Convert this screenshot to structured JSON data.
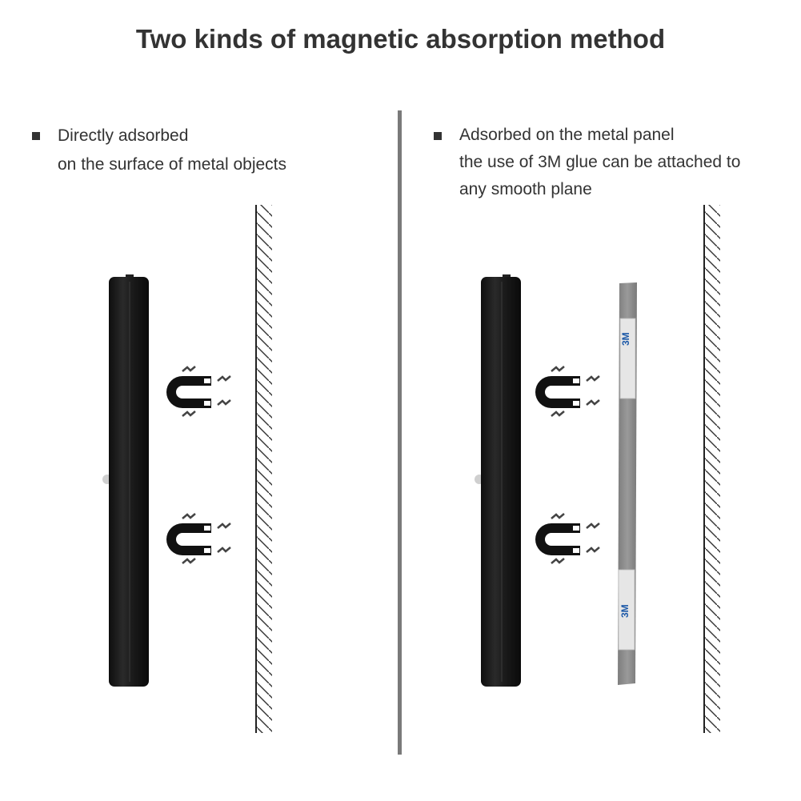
{
  "title": "Two kinds of magnetic absorption method",
  "left": {
    "line1": "Directly adsorbed",
    "line2": "on the surface of metal objects"
  },
  "right": {
    "line1": "Adsorbed on the metal panel",
    "line2": "the use of 3M glue can be attached to",
    "line3": "any smooth plane"
  },
  "tape_label": "3M",
  "colors": {
    "text": "#333333",
    "divider": "#7a7a7a",
    "bar": "#1c1c1c",
    "panel": "#8c8c8c"
  }
}
